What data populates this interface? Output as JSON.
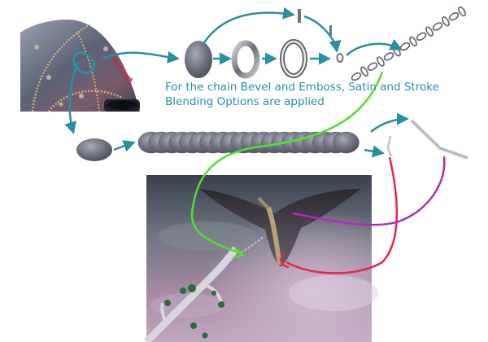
{
  "caption": {
    "line1": "For the chain Bevel and Emboss, Satin and Stroke",
    "line2": "Blending Options are applied"
  },
  "colors": {
    "arrow_teal": "#2a8fa0",
    "arrow_green": "#55dd33",
    "arrow_red": "#e8264a",
    "arrow_magenta": "#b22bb8",
    "metal": "#6e7080",
    "caption_text": "#2a8fa8"
  },
  "steps": [
    {
      "name": "helmet-texture-source"
    },
    {
      "name": "flat-ellipse"
    },
    {
      "name": "ring-outline"
    },
    {
      "name": "beveled-ring"
    },
    {
      "name": "single-link"
    },
    {
      "name": "chain"
    },
    {
      "name": "ellipse-row"
    },
    {
      "name": "bent-rod"
    },
    {
      "name": "fantasy-scene"
    }
  ]
}
